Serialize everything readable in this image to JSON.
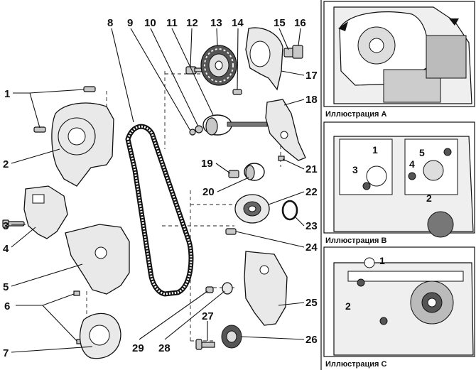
{
  "callouts": [
    "1",
    "2",
    "3",
    "4",
    "5",
    "6",
    "7",
    "8",
    "9",
    "10",
    "11",
    "12",
    "13",
    "14",
    "15",
    "16",
    "17",
    "18",
    "19",
    "20",
    "21",
    "22",
    "23",
    "24",
    "25",
    "26",
    "27",
    "28",
    "29"
  ],
  "illustrations": {
    "a": {
      "caption": "Иллюстрация А"
    },
    "b": {
      "caption": "Иллюстрация В",
      "labels": [
        "1",
        "2",
        "3",
        "4",
        "5"
      ]
    },
    "c": {
      "caption": "Иллюстрация С",
      "labels": [
        "1",
        "2"
      ]
    }
  }
}
